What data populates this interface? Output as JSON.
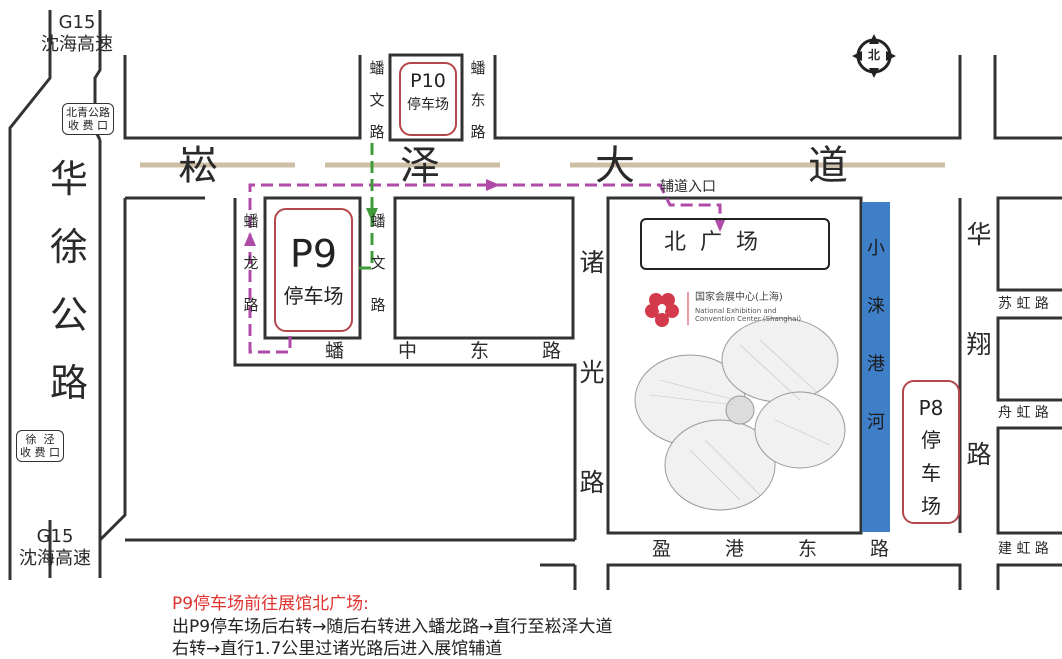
{
  "highways": {
    "top": "G15\n沈海高速",
    "bottom": "G15\n沈海高速"
  },
  "toll_gates": {
    "north": "北青公路\n收 费 口",
    "south": "徐  泾\n收 费 口"
  },
  "roads": {
    "main_east_west": [
      "崧",
      "泽",
      "大",
      "道"
    ],
    "huaxu": [
      "华",
      "徐",
      "公",
      "路"
    ],
    "fanwen": [
      "蟠",
      "文",
      "路"
    ],
    "fandong": [
      "蟠",
      "东",
      "路"
    ],
    "fanlong": [
      "蟠",
      "龙",
      "路"
    ],
    "fanwen2": [
      "蟠",
      "文",
      "路"
    ],
    "fanzhongdong": [
      "蟠",
      "中",
      "东",
      "路"
    ],
    "zhuguang": [
      "诸",
      "光",
      "路"
    ],
    "yinggangdong": [
      "盈",
      "港",
      "东",
      "路"
    ],
    "huaxiang": [
      "华",
      "翔",
      "路"
    ],
    "suhong": "苏 虹 路",
    "zhouhong": "舟 虹 路",
    "jianhong": "建 虹 路",
    "river": [
      "小",
      "涞",
      "港",
      "河"
    ]
  },
  "labels": {
    "service_road_entrance": "辅道入口",
    "north_plaza": "北  广  场"
  },
  "parking": {
    "p10": {
      "code": "P10",
      "name": "停车场"
    },
    "p9": {
      "code": "P9",
      "name": "停车场"
    },
    "p8": {
      "code": "P8",
      "name": [
        "停",
        "车",
        "场"
      ]
    }
  },
  "venue": {
    "name_cn": "国家会展中心(上海)",
    "name_en": "National Exhibition and\nConvention Center (Shanghai)"
  },
  "compass": {
    "label": "北"
  },
  "route_description": {
    "title": "P9停车场前往展馆北广场:",
    "line1": "出P9停车场后右转→随后右转进入蟠龙路→直行至崧泽大道",
    "line2": "右转→直行1.7公里过诸光路后进入展馆辅道"
  },
  "colors": {
    "route_purple": "#b04aa8",
    "route_green": "#3f9b3a",
    "parking_border": "#b3474b",
    "river": "#3f7fc8",
    "caption_title": "#e0322e"
  }
}
